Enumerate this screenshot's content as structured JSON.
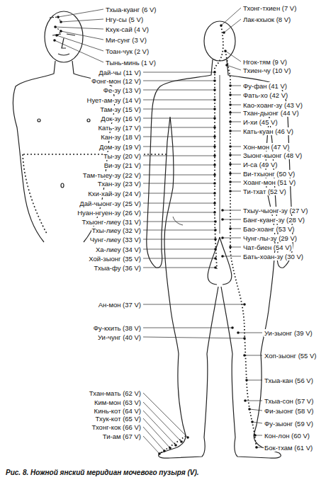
{
  "diagram": {
    "caption": "Рис. 8. Ножной янский меридиан мочевого пузыря (V).",
    "labels": [
      "Тхыа-куанг (6 V)",
      "Нгу-сы (5 V)",
      "Кхук-сай (4 V)",
      "Ми-сунг (3 V)",
      "Тоан-чук (2 V)",
      "Тынь-минь (1 V)",
      "Тхонг-тхиен (7 V)",
      "Лак-кхыок (8 V)",
      "Нгок-тям (9 V)",
      "Тхиен-чу (10 V)",
      "Дай-чы (11 V)",
      "Фонг-мон (12 V)",
      "Фе-зу (13 V)",
      "Нует-ам-зу (14 V)",
      "Там-зу (15 V)",
      "Док-зу (16 V)",
      "Кать-зу (17 V)",
      "Кан-зу (18 V)",
      "Дом-зу (19 V)",
      "Ты-зу (20 V)",
      "Ви-зу (21 V)",
      "Там-тыеу-зу (22 V)",
      "Тхан-зу (23 V)",
      "Кхи-хай-зу (24 V)",
      "Дай-чыонг-зу (25 V)",
      "Нуан-нгуен-зу (26 V)",
      "Тхыонг-лиеу (31 V)",
      "Тхы-лиеу (32 V)",
      "Чунг-лиеу (33 V)",
      "Ха-лиеу (34 V)",
      "Хой-зыонг (35 V)",
      "Тхыа-фу (36 V)",
      "Ан-мон (37 V)",
      "Фу-кхить (38 V)",
      "Уи-чунг (40 V)",
      "Тхан-мать (62 V)",
      "Ким-мон (63 V)",
      "Кинь-кот (64 V)",
      "Тхук-кот (65 V)",
      "Тхонг-кок (66 V)",
      "Ти-ам (67 V)",
      "Фу-фан (41 V)",
      "Фать-хо (42 V)",
      "Као-хоанг-зу (43 V)",
      "Тхан-дыонг (44 V)",
      "И-хи (45 V)",
      "Кать-куан (46 V)",
      "Хон-мон (47 V)",
      "Зыонг-кыонг (48 V)",
      "И-са (49 V)",
      "Ви-тхыонг (50 V)",
      "Хоанг-мон (51 V)",
      "Ти-тхат (52 V)",
      "Тхыу-чыонг-зу (27 V)",
      "Банг-куанг-зу (28 V)",
      "Бао-хоанг (53 V)",
      "Чунг-лы-зу (29 V)",
      "Чат-биен (54 V)",
      "Бать-хоан-зу (30 V)",
      "Уи-зыонг (39 V)",
      "Хоп-зыонг (55 V)",
      "Тхыа-кан (56 V)",
      "Тхыа-сон (57 V)",
      "Фи-зыонг (58 V)",
      "Фу-зыонг (59 V)",
      "Кон-лон (60 V)",
      "Бок-тхам (61 V)"
    ]
  }
}
